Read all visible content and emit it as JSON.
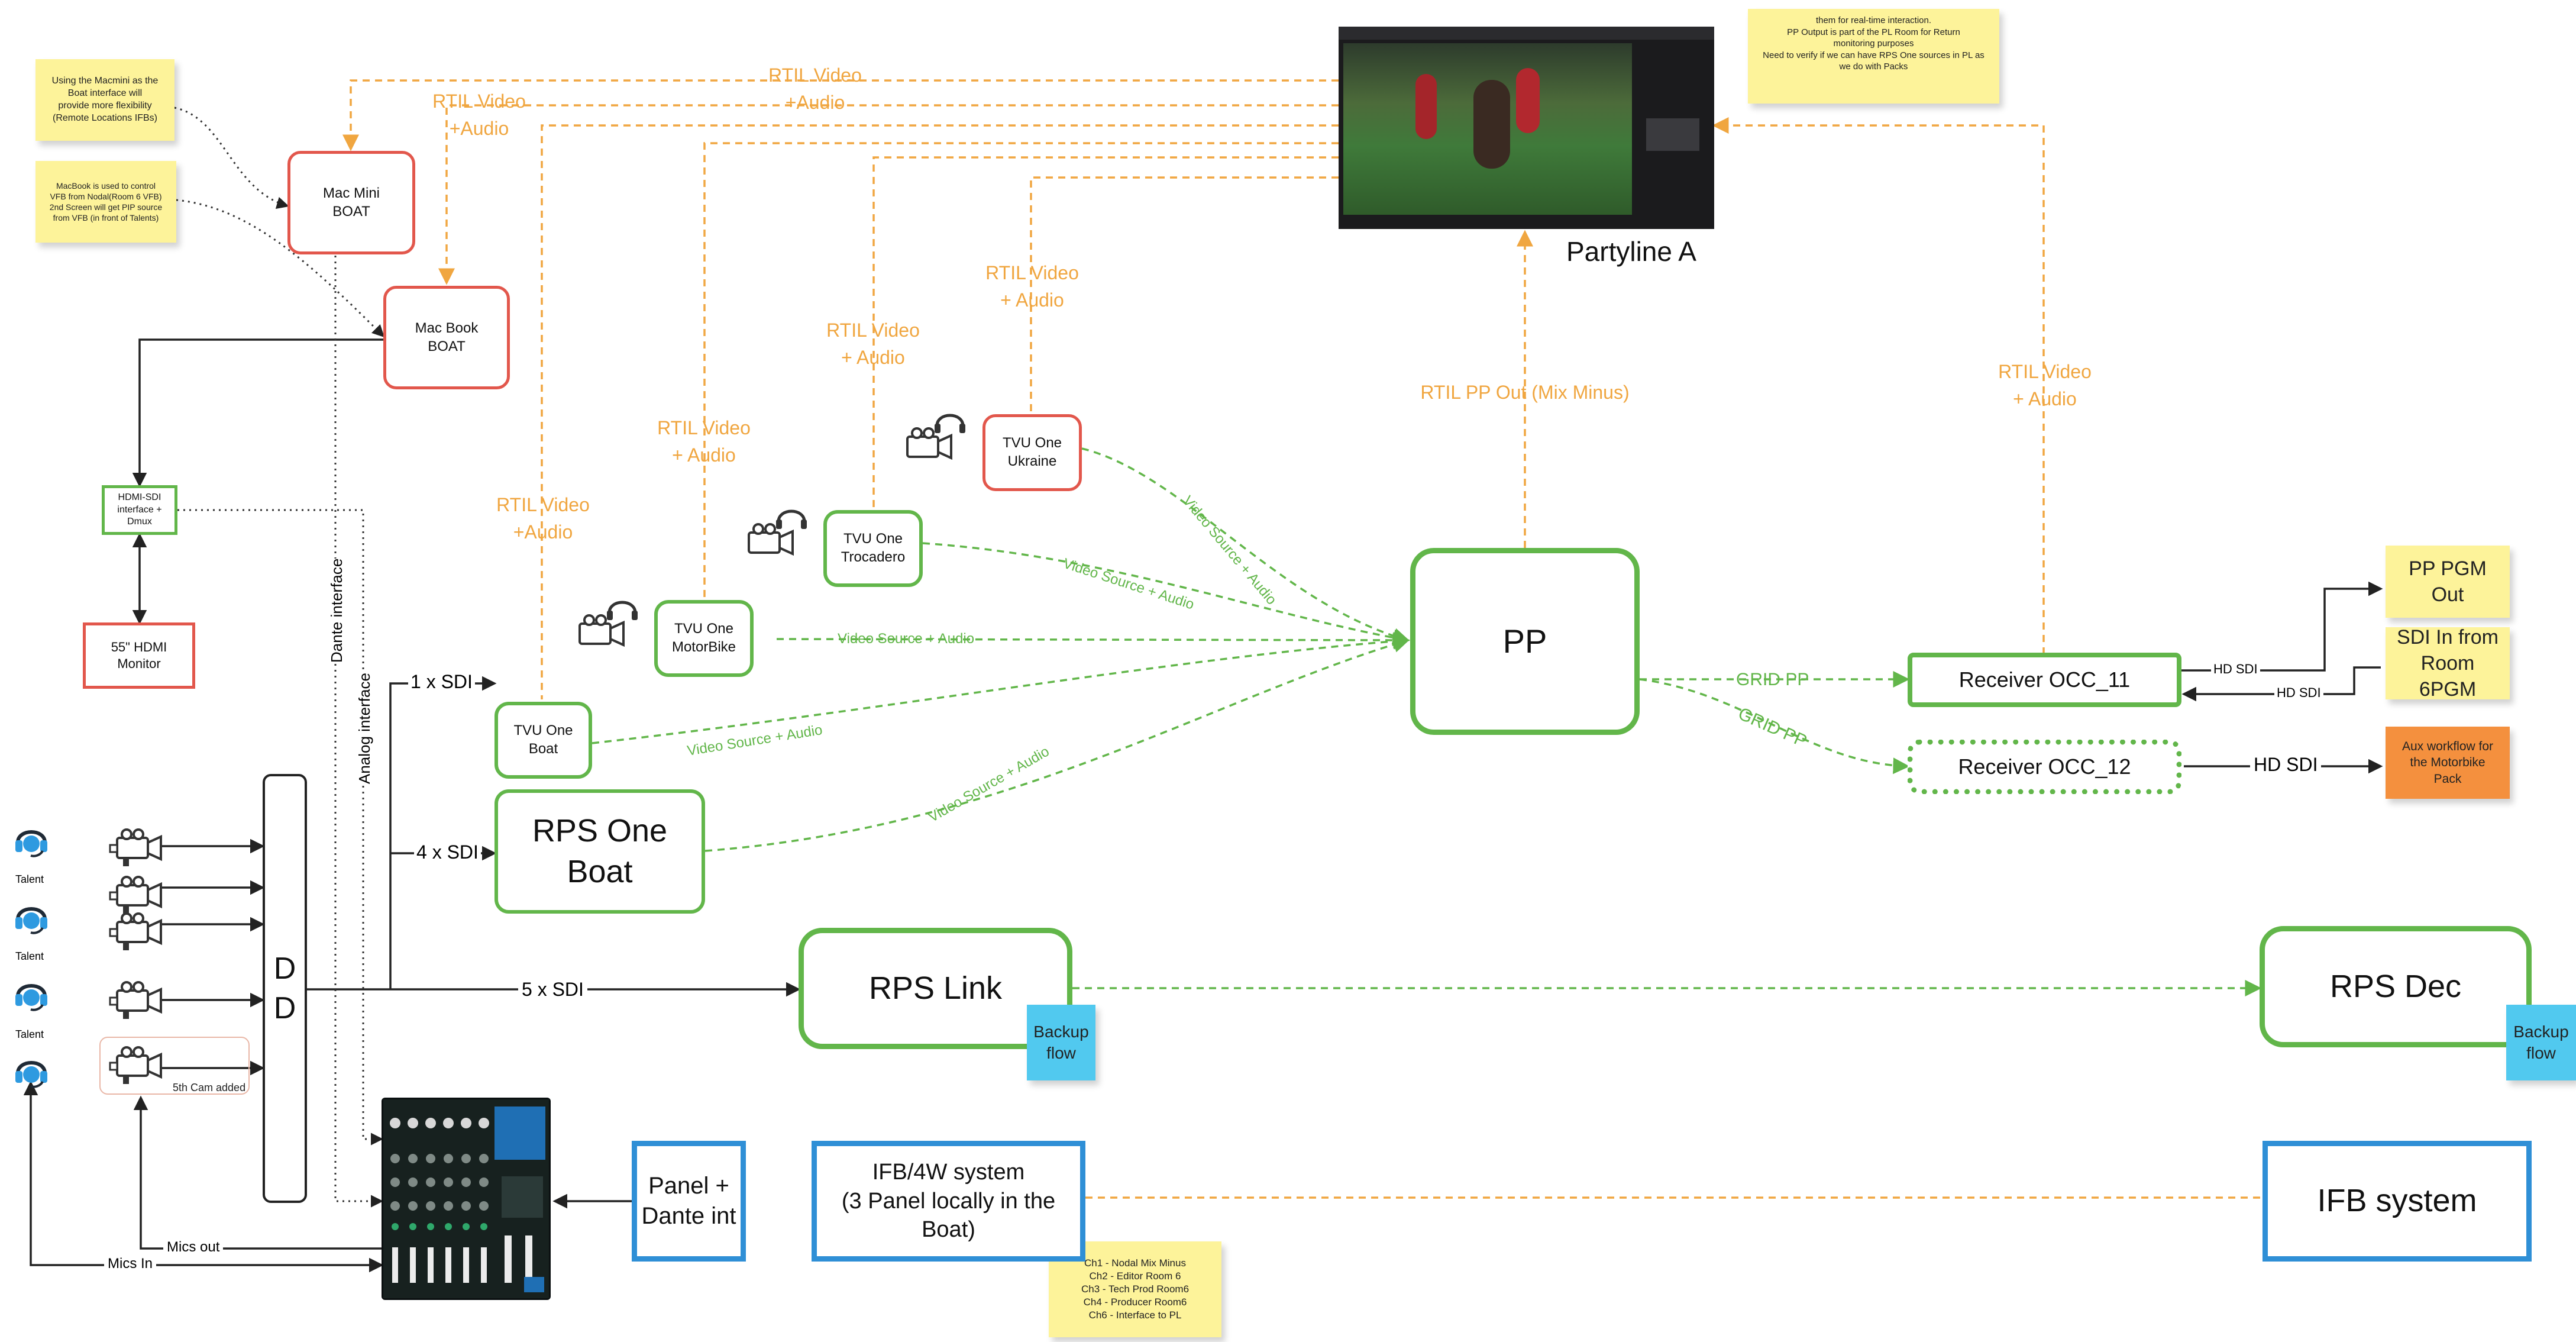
{
  "diagram": {
    "colors": {
      "red": "#e2574c",
      "green": "#62b64a",
      "blue": "#2f8fd6",
      "orange_label": "#f0a640",
      "sticky": "#fdf39a",
      "cyan": "#51c9ef",
      "orange_sticky": "#f4903e",
      "black_line": "#222222"
    },
    "partyline_label": "Partyline A",
    "nodes": {
      "mac_mini": "Mac Mini\nBOAT",
      "mac_book": "Mac Book\nBOAT",
      "hdmi_sdi": "HDMI-SDI\ninterface +\nDmux",
      "hdmi_monitor": "55\" HDMI\nMonitor",
      "tvu_boat": "TVU One\nBoat",
      "rps_one_boat": "RPS One\nBoat",
      "tvu_motorbike": "TVU One\nMotorBike",
      "tvu_trocadero": "TVU One\nTrocadero",
      "tvu_ukraine": "TVU One\nUkraine",
      "pp": "PP",
      "receiver_11": "Receiver OCC_11",
      "receiver_12": "Receiver OCC_12",
      "pp_pgm_out": "PP PGM\nOut",
      "sdi_in_room": "SDI In from\nRoom 6PGM",
      "aux_workflow": "Aux workflow for\nthe Motorbike\nPack",
      "rps_link": "RPS Link",
      "rps_dec": "RPS Dec",
      "backup_flow_1": "Backup\nflow",
      "backup_flow_2": "Backup\nflow",
      "dd": "D\nD",
      "panel_dante": "Panel +\nDante int",
      "ifb_4w": "IFB/4W system\n(3 Panel locally in the\nBoat)",
      "ifb_system": "IFB system",
      "fifth_cam": "5th Cam added"
    },
    "notes": {
      "macmini_note": "Using the Macmini as the\nBoat interface will\nprovide more flexibility\n(Remote Locations IFBs)",
      "macbook_note": "MacBook is used to control\nVFB from Nodal(Room 6 VFB)\n2nd Screen will get PIP source\nfrom VFB (in front of Talents)",
      "pp_note": "them for real-time interaction.\nPP Output is part of the PL Room for Return\nmonitoring purposes\nNeed to verify if we can have RPS One sources in PL as\nwe do with Packs",
      "channels_note": "Ch1 - Nodal Mix Minus\nCh2 - Editor Room 6\nCh3 - Tech Prod Room6\nCh4 - Producer Room6\nCh6 - Interface to PL"
    },
    "labels": {
      "rtil_top": "RTIL Video\n+Audio",
      "rtil_macmini": "RTIL Video\n+Audio",
      "rtil_tvu_boat": "RTIL Video\n+Audio",
      "rtil_motorbike": "RTIL Video\n+ Audio",
      "rtil_trocadero": "RTIL Video\n+ Audio",
      "rtil_ukraine": "RTIL Video\n+ Audio",
      "rtil_pp_out": "RTIL PP Out (Mix Minus)",
      "rtil_receiver": "RTIL Video\n+ Audio",
      "vs_ukraine": "Video Source + Audio",
      "vs_trocadero": "Video Source + Audio",
      "vs_motorbike": "Video Source + Audio",
      "vs_boat": "Video Source + Audio",
      "vs_rps": "Video Source + Audio",
      "grid_pp_1": "GRID PP",
      "grid_pp_2": "GRID PP",
      "hd_sdi_1": "HD SDI",
      "hd_sdi_2": "HD SDI",
      "hd_sdi_3": "HD SDI",
      "one_sdi": "1 x SDI",
      "four_sdi": "4 x SDI",
      "five_sdi": "5 x SDI",
      "dante_interface": "Dante interface",
      "analog_interface": "Analog interface",
      "mics_out": "Mics out",
      "mics_in": "Mics In",
      "talent_1": "Talent",
      "talent_2": "Talent",
      "talent_3": "Talent"
    },
    "icons": [
      "video-camera-icon",
      "headset-icon",
      "audio-mixer-icon",
      "video-preview-thumbnail"
    ]
  }
}
